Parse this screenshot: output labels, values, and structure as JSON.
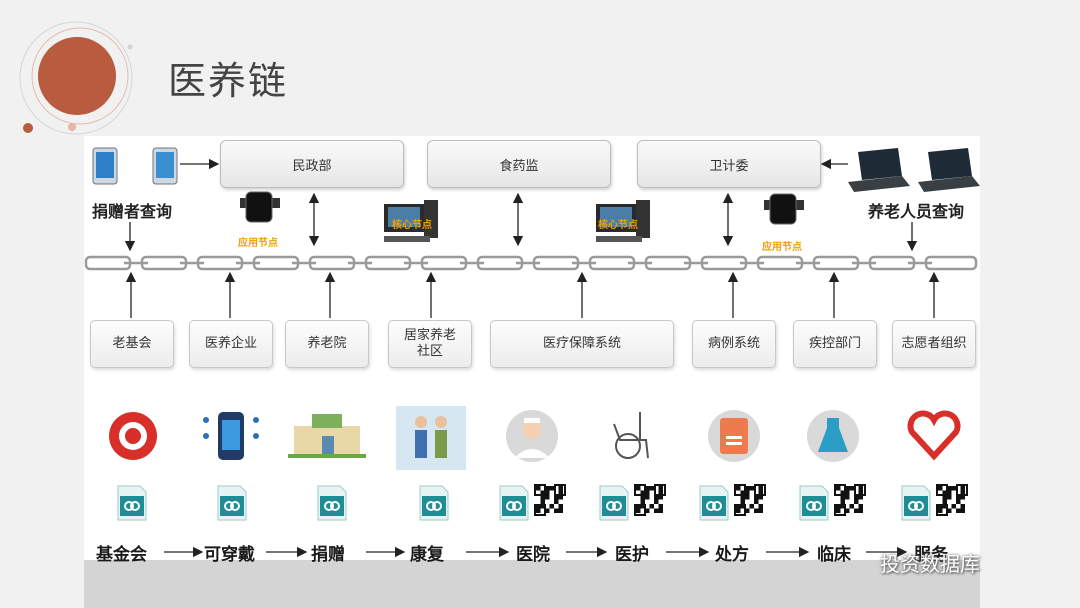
{
  "title": "医养链",
  "top_boxes": [
    "民政部",
    "食药监",
    "卫计委"
  ],
  "left_label": "捐赠者查询",
  "right_label": "养老人员查询",
  "app_node_label": "应用节点",
  "core_node_label": "核心节点",
  "middle_boxes": [
    "老基会",
    "医养企业",
    "养老院",
    "居家养老\n社区",
    "医疗保障系统",
    "病例系统",
    "疾控部门",
    "志愿者组织"
  ],
  "stages": [
    "基金会",
    "可穿戴",
    "捐赠",
    "康复",
    "医院",
    "医护",
    "处方",
    "临床",
    "服务"
  ],
  "watermark": "投资数据库",
  "colors": {
    "accent": "#b85b3f",
    "chain": "#9a9a9a",
    "doc_teal": "#1e8d95",
    "flow_orange": "#f0a000"
  },
  "icons": [
    "tablet-icon",
    "smartwatch-icon",
    "desktop-computer-icon",
    "laptop-icon",
    "red-cross-icon",
    "wearable-device-icon",
    "nursing-home-icon",
    "elderly-couple-icon",
    "doctor-icon",
    "wheelchair-icon",
    "prescription-icon",
    "lab-flask-icon",
    "heart-hand-icon",
    "document-icon",
    "qr-code-icon"
  ]
}
